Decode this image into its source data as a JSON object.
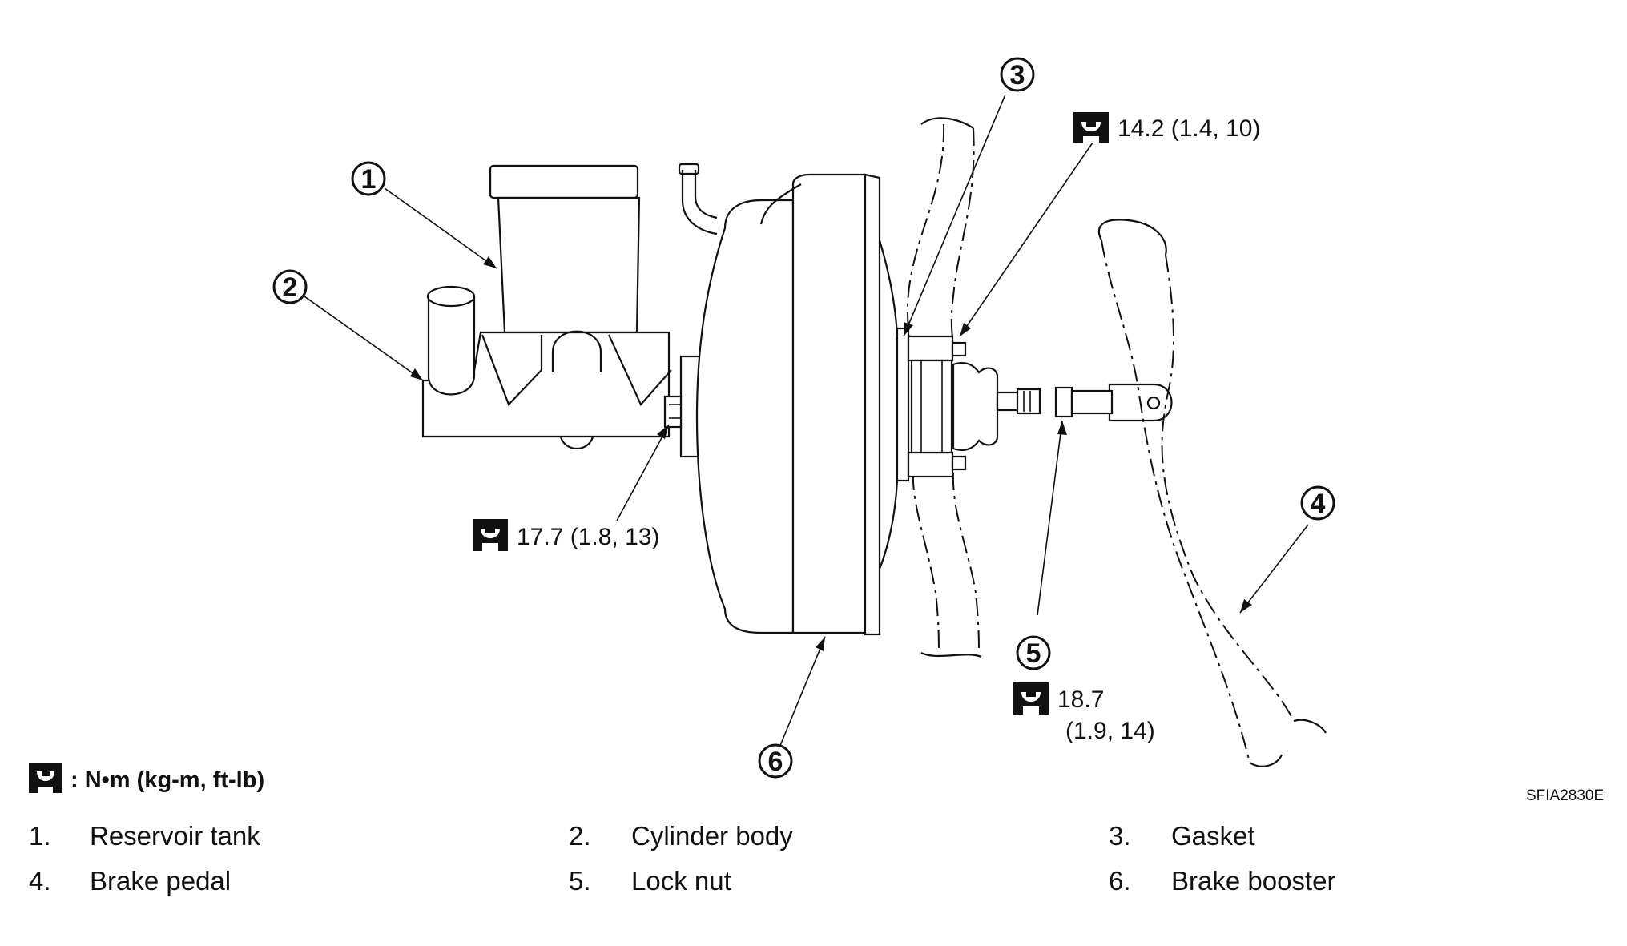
{
  "callouts": [
    {
      "num": "1"
    },
    {
      "num": "2"
    },
    {
      "num": "3"
    },
    {
      "num": "4"
    },
    {
      "num": "5"
    },
    {
      "num": "6"
    }
  ],
  "torques": {
    "t1": "14.2 (1.4, 10)",
    "t2": "17.7 (1.8, 13)",
    "t3_line1": "18.7",
    "t3_line2": "(1.9, 14)"
  },
  "legend": {
    "unit": ": N•m (kg-m, ft-lb)"
  },
  "figure_code": "SFIA2830E",
  "parts": [
    {
      "num": "1.",
      "name": "Reservoir tank"
    },
    {
      "num": "2.",
      "name": "Cylinder body"
    },
    {
      "num": "3.",
      "name": "Gasket"
    },
    {
      "num": "4.",
      "name": "Brake pedal"
    },
    {
      "num": "5.",
      "name": "Lock nut"
    },
    {
      "num": "6.",
      "name": "Brake booster"
    }
  ]
}
